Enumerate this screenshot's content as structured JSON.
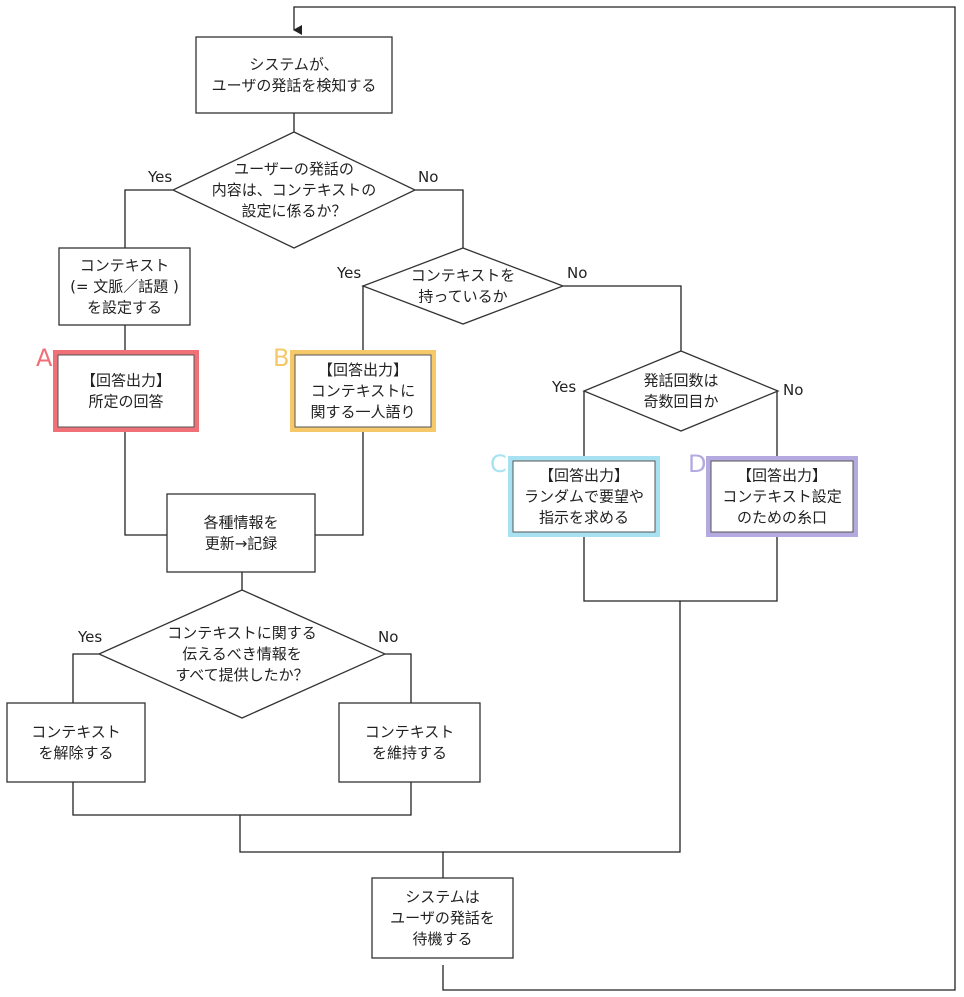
{
  "colors": {
    "A": "#f07078",
    "B": "#f5c86a",
    "C": "#a8e2f2",
    "D": "#b4aae0",
    "line": "#222222"
  },
  "nodes": {
    "detect": {
      "lines": [
        "システムが、",
        "ユーザの発話を検知する"
      ]
    },
    "q_context": {
      "lines": [
        "ユーザーの発話の",
        "内容は、コンテキストの",
        "設定に係るか？"
      ]
    },
    "set_ctx": {
      "lines": [
        "コンテキスト",
        "(= 文脈／話題 )",
        "を設定する"
      ]
    },
    "q_has": {
      "lines": [
        "コンテキストを",
        "持っているか"
      ]
    },
    "out_a": {
      "tag": "A",
      "lines": [
        "【回答出力】",
        "所定の回答"
      ]
    },
    "out_b": {
      "tag": "B",
      "lines": [
        "【回答出力】",
        "コンテキストに",
        "関する一人語り"
      ]
    },
    "q_odd": {
      "lines": [
        "発話回数は",
        "奇数回目か"
      ]
    },
    "out_c": {
      "tag": "C",
      "lines": [
        "【回答出力】",
        "ランダムで要望や",
        "指示を求める"
      ]
    },
    "out_d": {
      "tag": "D",
      "lines": [
        "【回答出力】",
        "コンテキスト設定",
        "のための糸口"
      ]
    },
    "update": {
      "lines": [
        "各種情報を",
        "更新→記録"
      ]
    },
    "q_done": {
      "lines": [
        "コンテキストに関する",
        "伝えるべき情報を",
        "すべて提供したか？"
      ]
    },
    "release": {
      "lines": [
        "コンテキスト",
        "を解除する"
      ]
    },
    "keep": {
      "lines": [
        "コンテキスト",
        "を維持する"
      ]
    },
    "wait": {
      "lines": [
        "システムは",
        "ユーザの発話を",
        "待機する"
      ]
    }
  },
  "labels": {
    "yes": "Yes",
    "no": "No"
  }
}
